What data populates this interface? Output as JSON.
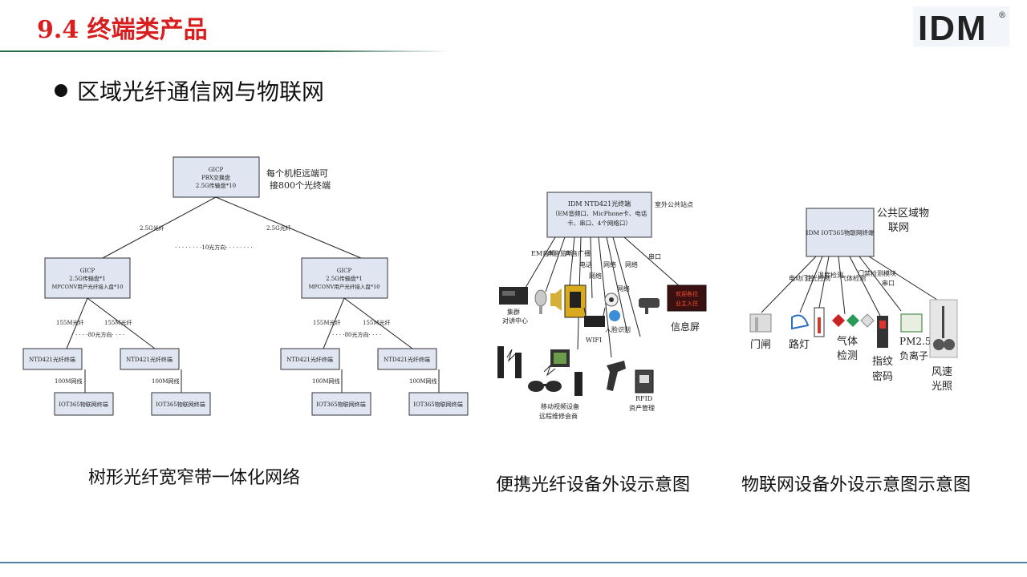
{
  "header": {
    "title": "9.4  终端类产品",
    "logo_text": "IDM",
    "logo_reg": "®"
  },
  "bullet": "区域光纤通信网与物联网",
  "captions": {
    "tree": "树形光纤宽窄带一体化网络",
    "portable": "便携光纤设备外设示意图",
    "iot": "物联网设备外设示意图示意图"
  },
  "tree": {
    "root": [
      "GICP",
      "PBX交换盘",
      "2.5G传输盘*10"
    ],
    "root_note": [
      "每个机柜远端可",
      "接800个光终端"
    ],
    "link_25g": "2.5G光纤",
    "dir10": "10光方向",
    "mid": [
      "GICP",
      "2.5G传输盘*1",
      "MPCONV用户光纤接入盘*10"
    ],
    "link_155": "155M光纤",
    "dir80": "80光方向",
    "ntd": "NTD421光纤终端",
    "link_100": "100M网线",
    "iot": "IOT365物联网终端"
  },
  "portable": {
    "main": [
      "IDM NTD421光终端",
      "（EM音频口、MicPhone卡、电话",
      "卡、串口、4个网络口）"
    ],
    "note": "室外公共站点",
    "links": [
      "EM音频",
      "声音监听",
      "声音广播",
      "电话",
      "网络",
      "网络",
      "网络",
      "网络",
      "串口"
    ],
    "labels": {
      "dispatch": [
        "集群",
        "对讲中心"
      ],
      "face": "人脸识别",
      "wifi": "WIFI",
      "info": "信息屏",
      "mobile": [
        "移动视频设备",
        "远程维修会商"
      ],
      "rfid": [
        "RFID",
        "资产管理"
      ],
      "screen": [
        "欢迎各位",
        "业主入住"
      ]
    }
  },
  "iot_net": {
    "main": "IDM IOT365物联网终端",
    "note": [
      "公共区域物",
      "联网"
    ],
    "links": [
      "电动门控",
      "灯光控制",
      "温度检测",
      "气体检测",
      "门禁检测模块",
      "串口"
    ],
    "labels": [
      "门闸",
      "路灯",
      "气体",
      "检测",
      "指纹",
      "密码",
      "PM2.5",
      "负离子",
      "风速",
      "光照"
    ]
  },
  "colors": {
    "title_red": "#d81e1e",
    "logo_blue": "#1a6fc4",
    "box_fill": "#dfe6f1"
  }
}
